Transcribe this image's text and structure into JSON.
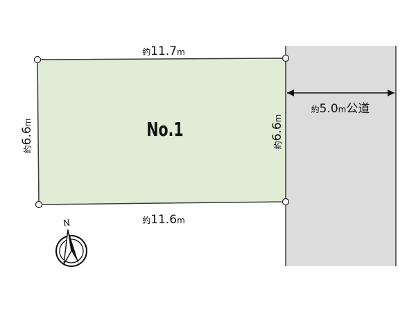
{
  "lot": {
    "label": "No.1",
    "fill_color": "#e1ecd6",
    "border_color": "#3a3a3a",
    "top_edge": {
      "prefix": "約",
      "value": "11.7",
      "unit": "m"
    },
    "bottom_edge": {
      "prefix": "約",
      "value": "11.6",
      "unit": "m"
    },
    "left_edge": {
      "prefix": "約",
      "value": "6.6",
      "unit": "m"
    },
    "right_edge": {
      "prefix": "約",
      "value": "6.6",
      "unit": "m"
    }
  },
  "road": {
    "fill_color": "#dcdcdc",
    "width_label": {
      "prefix": "約",
      "value": "5.0",
      "unit": "m",
      "suffix": "公道"
    }
  },
  "compass": {
    "north_label": "N"
  },
  "icons": [
    "corner-marker-icon",
    "north-arrow-icon",
    "dimension-arrow-icon"
  ]
}
